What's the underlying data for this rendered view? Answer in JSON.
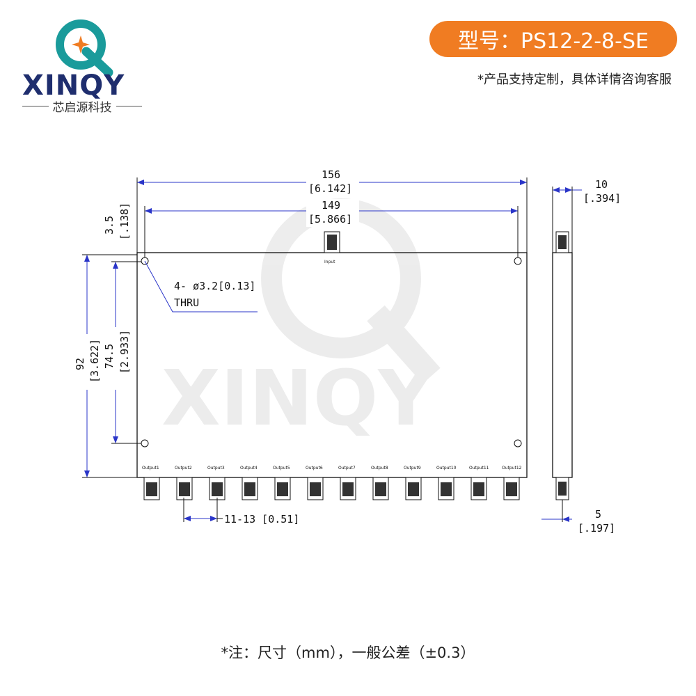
{
  "header": {
    "brand": "XINQY",
    "brand_subtitle": "芯启源科技",
    "model_label": "型号：PS12-2-8-SE",
    "custom_note": "*产品支持定制，具体详情咨询客服"
  },
  "drawing": {
    "overall_width": "156",
    "overall_width_in": "[6.142]",
    "hole_spacing_width": "149",
    "hole_spacing_width_in": "[5.866]",
    "edge_offset": "3.5",
    "edge_offset_in": "[.138]",
    "overall_height": "92",
    "overall_height_in": "[3.622]",
    "hole_spacing_height": "74.5",
    "hole_spacing_height_in": "[2.933]",
    "hole_note_line1": "4- ø3.2[0.13]",
    "hole_note_line2": "THRU",
    "connector_pitch": "11-13 [0.51]",
    "side_thickness": "10",
    "side_thickness_in": "[.394]",
    "side_offset": "5",
    "side_offset_in": "[.197]",
    "input_label": "Input",
    "output_labels": [
      "Output1",
      "Output2",
      "Output3",
      "Output4",
      "Output5",
      "Output6",
      "Output7",
      "Output8",
      "Output9",
      "Output10",
      "Output11",
      "Output12"
    ]
  },
  "footer": {
    "tolerance_note": "*注：尺寸（mm），一般公差（±0.3）"
  },
  "colors": {
    "accent": "#f07c22",
    "brand_blue": "#1f2e6e",
    "brand_teal": "#1a9b9b",
    "dim_line": "#2a35c8"
  }
}
